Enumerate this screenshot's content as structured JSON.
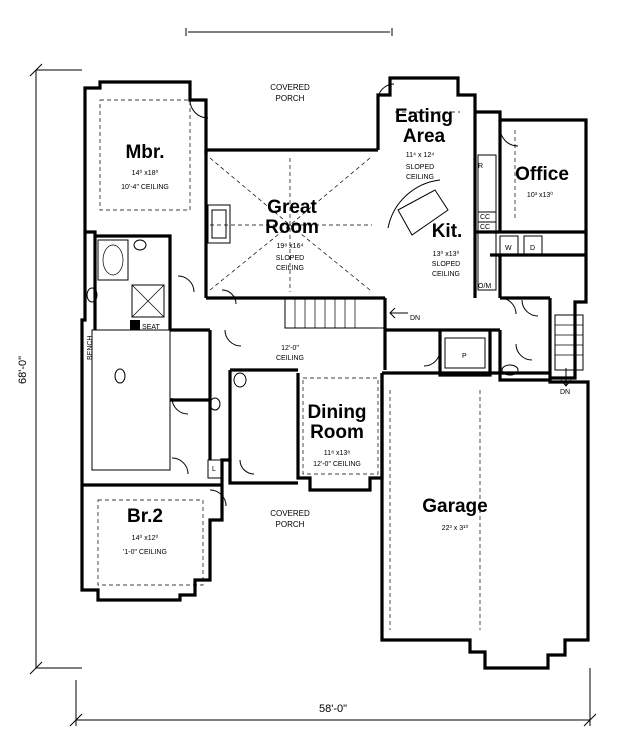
{
  "dimensions": {
    "height_label": "68'-0\"",
    "width_label": "58'-0\""
  },
  "rooms": {
    "porch_rear": {
      "line1": "COVERED",
      "line2": "PORCH"
    },
    "mbr": {
      "name": "Mbr.",
      "size": "14⁰ x18⁰",
      "ceiling": "10'-4\" CEILING"
    },
    "great_room": {
      "name_line1": "Great",
      "name_line2": "Room",
      "size": "19⁸ x16⁴",
      "ceiling1": "SLOPED",
      "ceiling2": "CEILING"
    },
    "eating_area": {
      "name_line1": "Eating",
      "name_line2": "Area",
      "size": "11⁴ x 12⁴",
      "ceiling1": "SLOPED",
      "ceiling2": "CEILING"
    },
    "office": {
      "name": "Office",
      "size": "10³ x13⁰"
    },
    "kitchen": {
      "name": "Kit.",
      "size": "13⁰ x13⁰",
      "ceiling1": "SLOPED",
      "ceiling2": "CEILING"
    },
    "foyer": {
      "ceiling1": "12'-0\"",
      "ceiling2": "CEILING"
    },
    "dining": {
      "name_line1": "Dining",
      "name_line2": "Room",
      "size": "11⁸ x13⁸",
      "ceiling": "12'-0\" CEILING"
    },
    "garage": {
      "name": "Garage",
      "size": "22³ x 3¹⁰"
    },
    "br2": {
      "name": "Br.2",
      "size": "14⁰ x12⁰",
      "ceiling": "'1-0\" CEILING"
    },
    "porch_front": {
      "line1": "COVERED",
      "line2": "PORCH"
    }
  },
  "small_labels": {
    "seat": "SEAT",
    "bench": "BENCH",
    "dn_stair": "DN",
    "dn_garage": "DN",
    "refrigerator": "R",
    "oven_micro": "O/M",
    "washer": "W",
    "dryer": "D",
    "pantry": "P",
    "linen": "L",
    "cc1": "CC",
    "cc2": "CC"
  }
}
